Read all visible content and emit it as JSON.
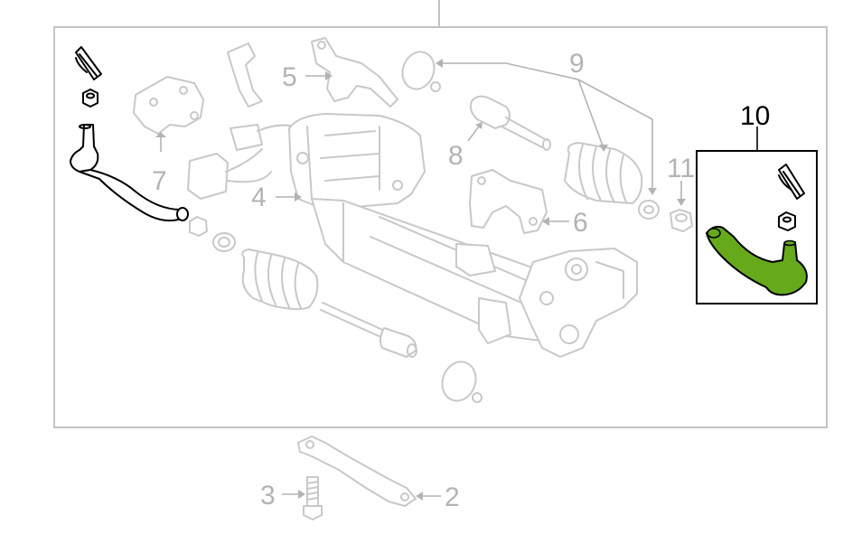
{
  "diagram": {
    "callouts": {
      "c2": "2",
      "c3": "3",
      "c4": "4",
      "c5": "5",
      "c6": "6",
      "c7": "7",
      "c8": "8",
      "c9": "9",
      "c10": "10",
      "c11": "11"
    },
    "colors": {
      "highlight_part": "#66aa1c",
      "faded_part": "#c8c8c8",
      "callout_text": "#b3b3b3",
      "highlight_text": "#000000"
    }
  }
}
